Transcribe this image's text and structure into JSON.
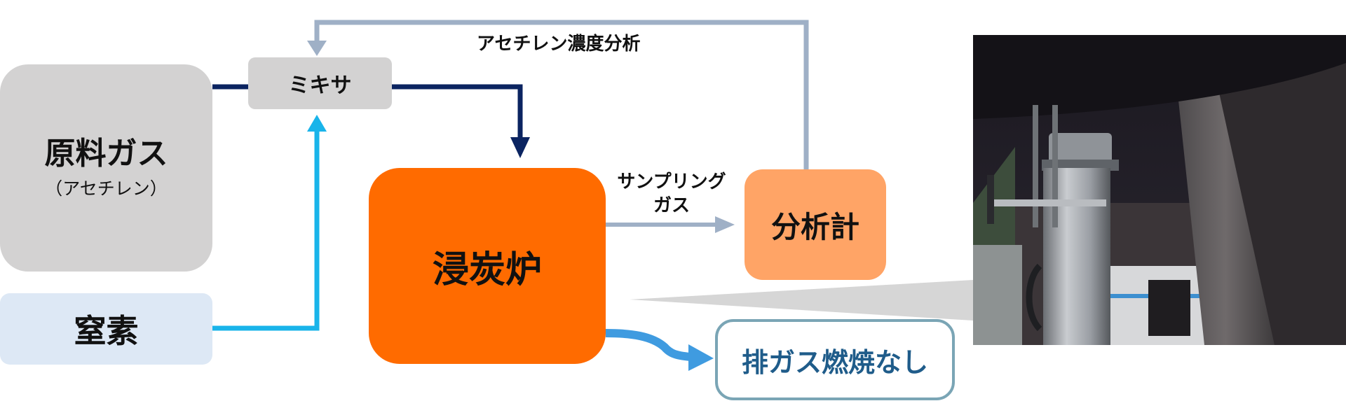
{
  "nodes": {
    "raw_gas": {
      "title": "原料ガス",
      "subtitle": "（アセチレン）"
    },
    "nitrogen": {
      "title": "窒素"
    },
    "mixer": {
      "title": "ミキサ"
    },
    "furnace": {
      "title": "浸炭炉"
    },
    "analyzer": {
      "title": "分析計"
    },
    "exhaust": {
      "title": "排ガス燃焼なし"
    }
  },
  "edge_labels": {
    "acetylene_analysis": "アセチレン濃度分析",
    "sampling_gas": "サンプリング\nガス"
  },
  "colors": {
    "dark_line": "#0b2461",
    "light_blue_line": "#19b4ea",
    "gray_line": "#9fb0c6",
    "exhaust_line": "#3f9be0",
    "furnace": "#ff6b00",
    "analyzer": "#ffa466"
  }
}
